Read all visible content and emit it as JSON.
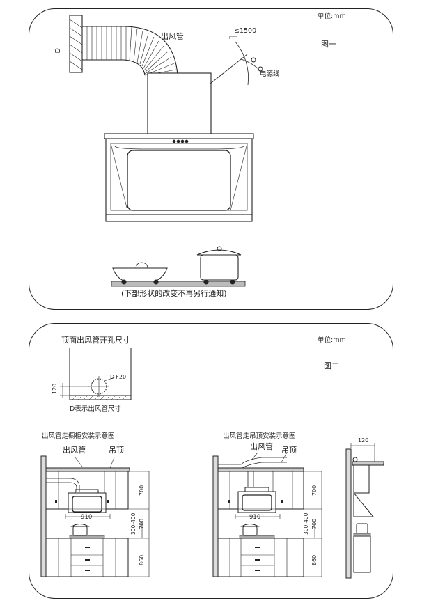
{
  "figure1": {
    "unit_label": "单位:mm",
    "figure_label": "图一",
    "duct_label": "出风管",
    "angle_label": "≤1500",
    "power_cord_label": "电源线",
    "diameter_symbol": "D",
    "caption": "(下部形状的改变不再另行通知)"
  },
  "figure2": {
    "unit_label": "单位:mm",
    "figure_label": "图二",
    "hole_title": "顶面出风管开孔尺寸",
    "hole_diameter": "D+20",
    "hole_offset": "120",
    "hole_note": "D表示出风管尺寸",
    "left_title": "出风管走橱柜安装示意图",
    "left_duct": "出风管",
    "left_ceiling": "吊顶",
    "left_width": "910",
    "left_dims": [
      "700",
      "700",
      "300-400",
      "860"
    ],
    "mid_title": "出风管走吊顶安装示意图",
    "mid_duct": "出风管",
    "mid_ceiling": "吊顶",
    "mid_width": "910",
    "mid_dims": [
      "700",
      "700",
      "300-400",
      "860"
    ],
    "side_dim": "120"
  }
}
